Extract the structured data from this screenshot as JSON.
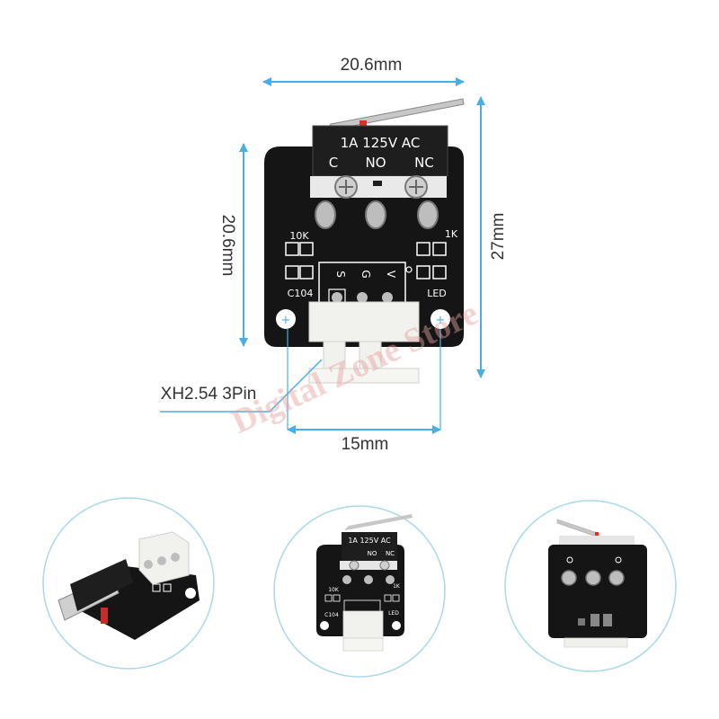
{
  "dimensions": {
    "top_width": "20.6mm",
    "left_height": "20.6mm",
    "right_height": "27mm",
    "bottom_width": "15mm",
    "connector": "XH2.54 3Pin"
  },
  "switch_labels": {
    "rating": "1A 125V AC",
    "pin_c": "C",
    "pin_no": "NO",
    "pin_nc": "NC"
  },
  "board_labels": {
    "r_left": "10K",
    "r_right": "1K",
    "cap": "C104",
    "led": "LED",
    "pin_s": "S",
    "pin_g": "G",
    "pin_v": "V"
  },
  "small_switch_labels": {
    "rating": "1A 125V AC",
    "pin_no": "NO",
    "pin_nc": "NC",
    "r_left": "10K",
    "r_right": "1K",
    "cap": "C104",
    "led": "LED"
  },
  "watermark": "Digital Zone Store",
  "colors": {
    "dimension_line": "#4aaee6",
    "pcb": "#151515",
    "switch_body": "#1e1e1e",
    "connector": "#f1f1ee",
    "circle_border": "#a9d9e9",
    "watermark": "#e8a0a0"
  }
}
